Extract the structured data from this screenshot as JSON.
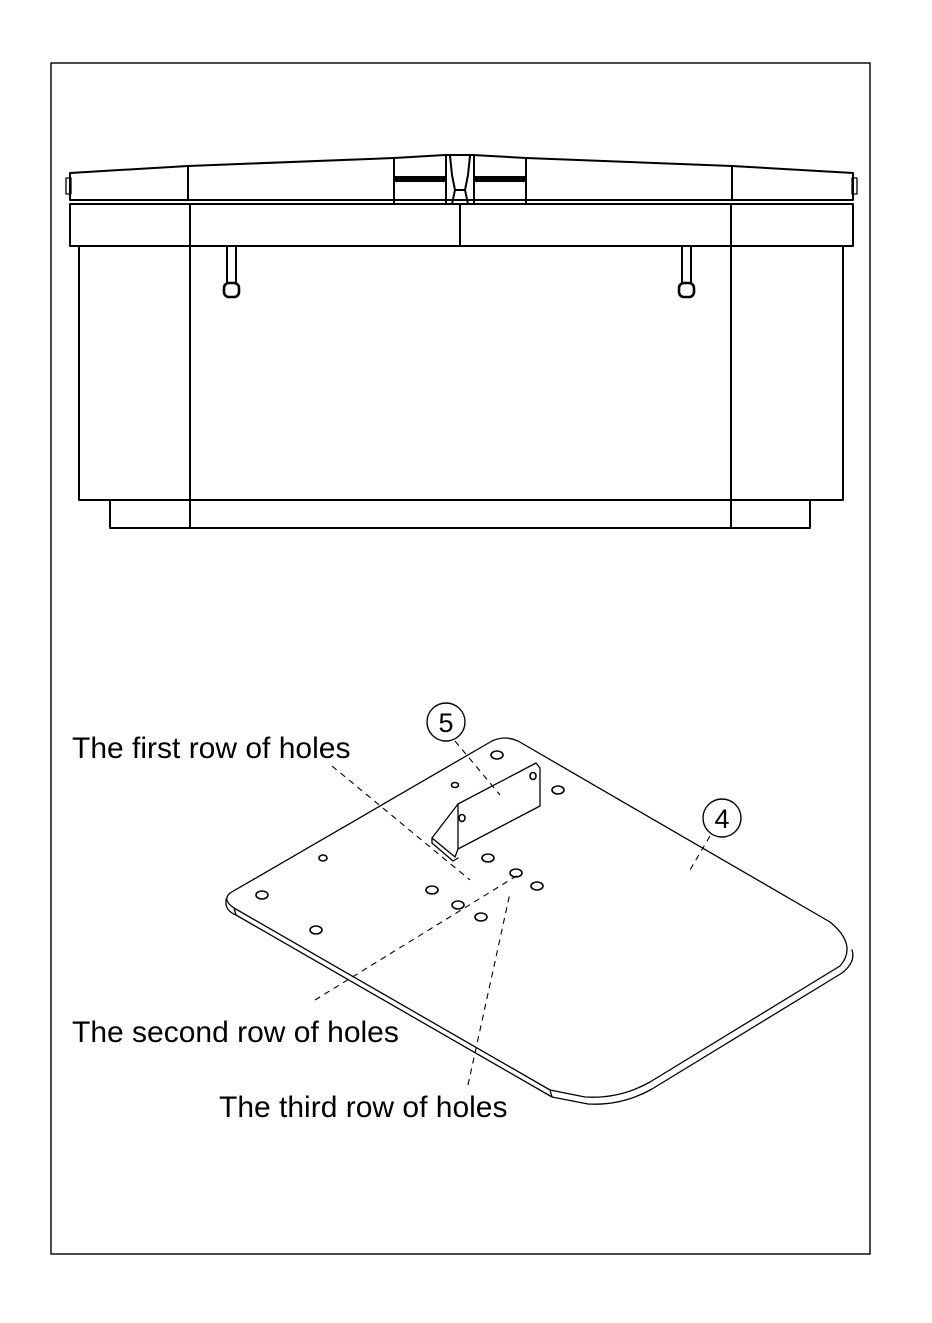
{
  "callouts": {
    "part_5": "5",
    "part_4": "4"
  },
  "labels": {
    "first_row": "The first row of holes",
    "second_row": "The second row of holes",
    "third_row": "The third row of holes"
  }
}
